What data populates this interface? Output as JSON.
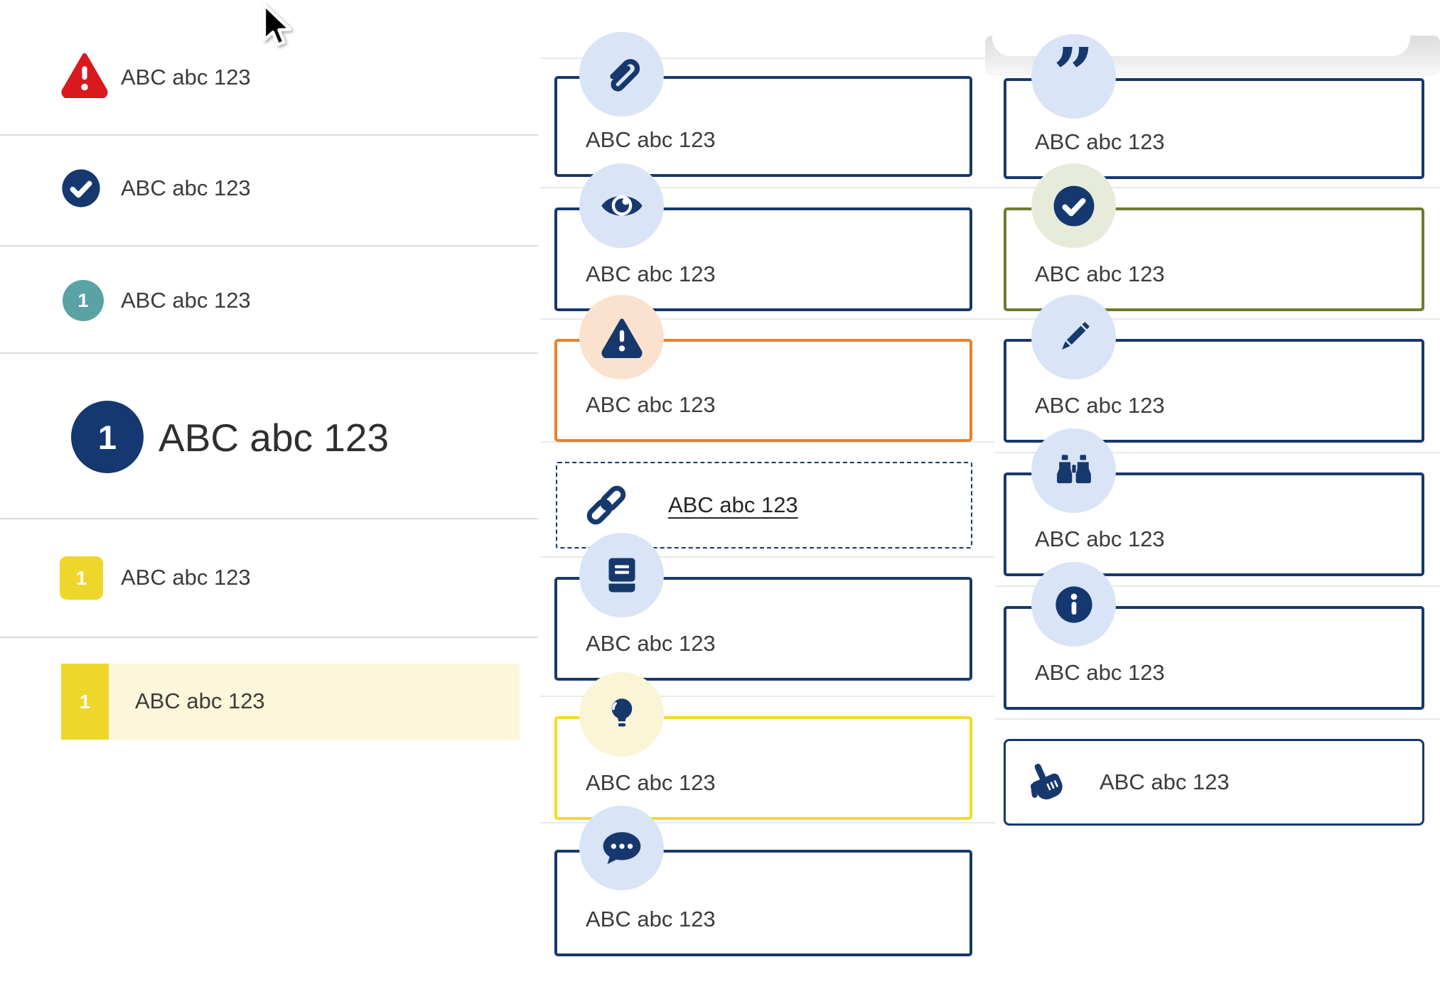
{
  "left": {
    "items": [
      {
        "icon": "alert-triangle",
        "label": "ABC abc 123"
      },
      {
        "icon": "check-circle",
        "label": "ABC abc 123"
      },
      {
        "icon": "number-badge-teal",
        "number": "1",
        "label": "ABC abc 123"
      },
      {
        "icon": "number-badge-navy-large",
        "number": "1",
        "label": "ABC abc 123"
      },
      {
        "icon": "number-tab-yellow",
        "number": "1",
        "label": "ABC abc 123"
      },
      {
        "icon": "number-tab-yellow-highlighted",
        "number": "1",
        "label": "ABC abc 123"
      }
    ]
  },
  "middle": {
    "boxes": [
      {
        "icon": "paperclip-icon",
        "label": "ABC abc 123",
        "style": "navy"
      },
      {
        "icon": "eye-icon",
        "label": "ABC abc 123",
        "style": "navy"
      },
      {
        "icon": "warning-triangle-icon",
        "label": "ABC abc 123",
        "style": "orange"
      },
      {
        "icon": "link-icon",
        "label": "ABC abc 123",
        "style": "dashed-link"
      },
      {
        "icon": "book-icon",
        "label": "ABC abc 123",
        "style": "navy"
      },
      {
        "icon": "lightbulb-icon",
        "label": "ABC abc 123",
        "style": "yellow"
      },
      {
        "icon": "chat-bubble-icon",
        "label": "ABC abc 123",
        "style": "navy"
      }
    ]
  },
  "right": {
    "boxes": [
      {
        "icon": "quote-icon",
        "glyph": "”",
        "label": "ABC abc 123",
        "style": "navy"
      },
      {
        "icon": "check-circle-icon",
        "label": "ABC abc 123",
        "style": "olive"
      },
      {
        "icon": "pencil-icon",
        "label": "ABC abc 123",
        "style": "navy"
      },
      {
        "icon": "binoculars-icon",
        "label": "ABC abc 123",
        "style": "navy"
      },
      {
        "icon": "info-icon",
        "label": "ABC abc 123",
        "style": "navy"
      },
      {
        "icon": "hand-pointer-icon",
        "label": "ABC abc 123",
        "style": "navy-thin"
      }
    ]
  },
  "colors": {
    "navy": "#17386d",
    "badge_blue": "#d9e4f6",
    "orange": "#e8802b",
    "badge_peach": "#fbe2ce",
    "yellow": "#f2dc22",
    "badge_cream": "#fbf5d7",
    "olive": "#6e7b2e",
    "badge_sage": "#e7ecda",
    "teal": "#5aa3a4",
    "red": "#d9191e",
    "tab_yellow": "#efd62b",
    "highlight_bg": "#fcf6da",
    "text": "#3b3b3b",
    "divider": "#d9d9d9",
    "separator": "#e9e9e9"
  }
}
